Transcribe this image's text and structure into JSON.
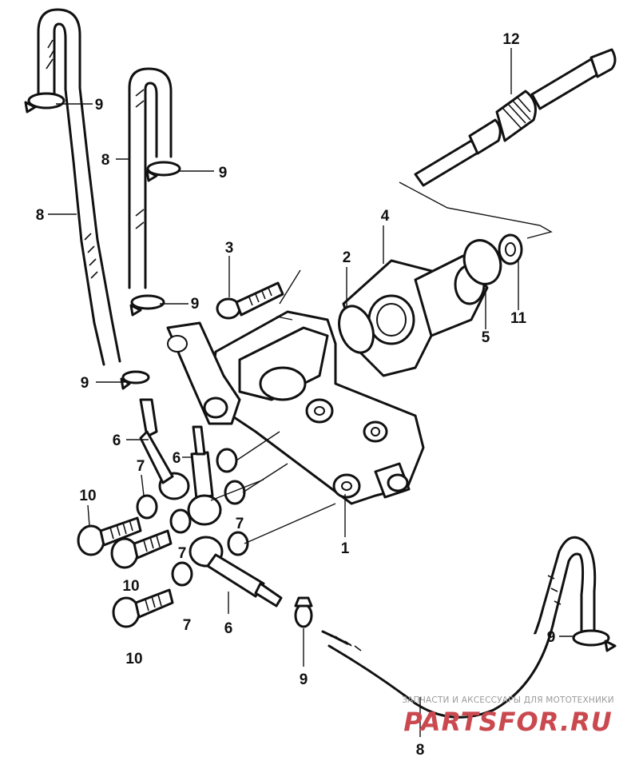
{
  "diagram": {
    "callouts": [
      "12",
      "9",
      "9",
      "8",
      "8",
      "9",
      "9",
      "3",
      "4",
      "2",
      "5",
      "11",
      "6",
      "6",
      "7",
      "7",
      "7",
      "7",
      "10",
      "10",
      "10",
      "1",
      "6",
      "9",
      "9",
      "8"
    ]
  },
  "watermark": {
    "tagline": "ЗАПЧАСТИ И АКСЕССУАРЫ ДЛЯ МОТОТЕХНИКИ",
    "logo": "PARTSFOR.RU",
    "color": "#c9494f"
  }
}
